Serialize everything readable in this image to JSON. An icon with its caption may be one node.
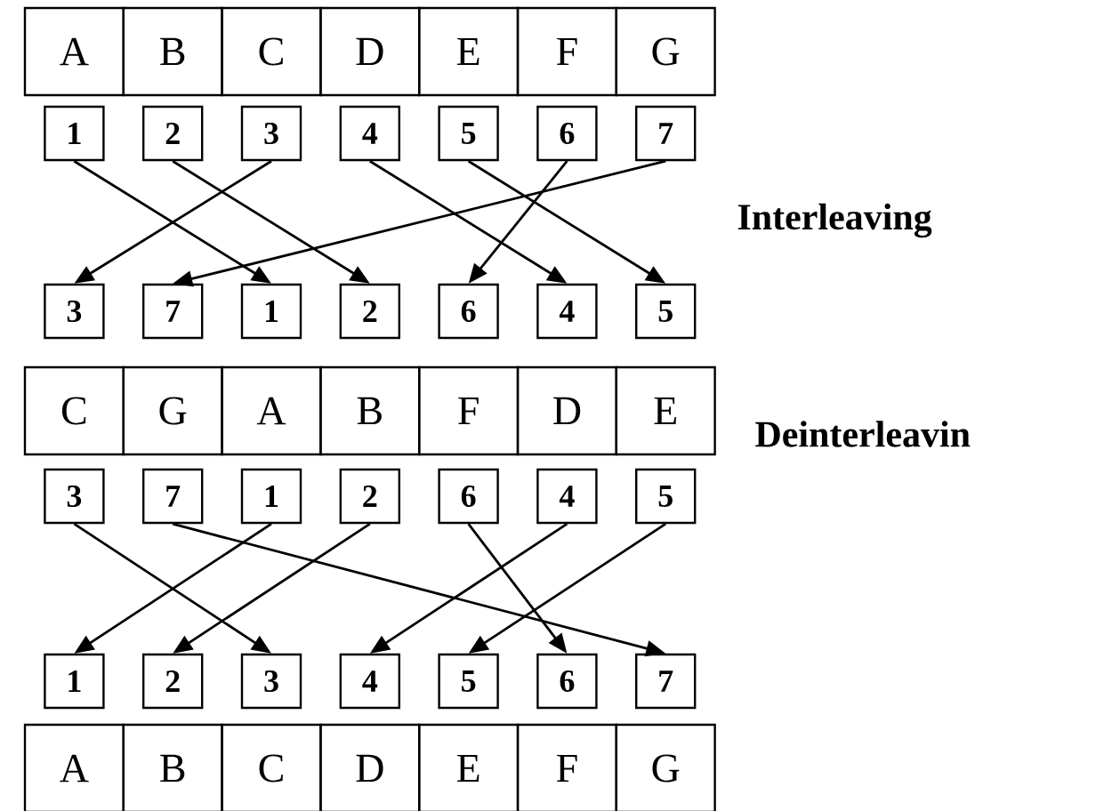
{
  "diagram": {
    "nodes": [
      {
        "text": [
          "A"
        ]
      },
      {
        "text": [
          "B"
        ]
      },
      {
        "text": [
          "C"
        ]
      },
      {
        "text": [
          "D"
        ]
      },
      {
        "text": [
          "E"
        ]
      },
      {
        "text": [
          "F"
        ]
      },
      {
        "text": [
          "G"
        ]
      },
      {
        "text": [
          "1"
        ]
      },
      {
        "text": [
          "2"
        ]
      },
      {
        "text": [
          "3"
        ]
      },
      {
        "text": [
          "4"
        ]
      },
      {
        "text": [
          "5"
        ]
      },
      {
        "text": [
          "6"
        ]
      },
      {
        "text": [
          "7"
        ]
      },
      {
        "text": [
          "3"
        ]
      },
      {
        "text": [
          "7"
        ]
      },
      {
        "text": [
          "1"
        ]
      },
      {
        "text": [
          "2"
        ]
      },
      {
        "text": [
          "6"
        ]
      },
      {
        "text": [
          "4"
        ]
      },
      {
        "text": [
          "5"
        ]
      },
      {
        "text": [
          "C"
        ]
      },
      {
        "text": [
          "G"
        ]
      },
      {
        "text": [
          "A"
        ]
      },
      {
        "text": [
          "B"
        ]
      },
      {
        "text": [
          "F"
        ]
      },
      {
        "text": [
          "D"
        ]
      },
      {
        "text": [
          "E"
        ]
      },
      {
        "text": [
          "3"
        ]
      },
      {
        "text": [
          "7"
        ]
      },
      {
        "text": [
          "1"
        ]
      },
      {
        "text": [
          "2"
        ]
      },
      {
        "text": [
          "6"
        ]
      },
      {
        "text": [
          "4"
        ]
      },
      {
        "text": [
          "5"
        ]
      },
      {
        "text": [
          "1"
        ]
      },
      {
        "text": [
          "2"
        ]
      },
      {
        "text": [
          "3"
        ]
      },
      {
        "text": [
          "4"
        ]
      },
      {
        "text": [
          "5"
        ]
      },
      {
        "text": [
          "6"
        ]
      },
      {
        "text": [
          "7"
        ]
      },
      {
        "text": [
          "A"
        ]
      },
      {
        "text": [
          "B"
        ]
      },
      {
        "text": [
          "C"
        ]
      },
      {
        "text": [
          "D"
        ]
      },
      {
        "text": [
          "E"
        ]
      },
      {
        "text": [
          "F"
        ]
      },
      {
        "text": [
          "G"
        ]
      }
    ],
    "edges": [
      {
        "from": 7,
        "to": 16,
        "arrow": "to"
      },
      {
        "from": 8,
        "to": 17,
        "arrow": "to"
      },
      {
        "from": 9,
        "to": 14,
        "arrow": "to"
      },
      {
        "from": 10,
        "to": 19,
        "arrow": "to"
      },
      {
        "from": 11,
        "to": 20,
        "arrow": "to"
      },
      {
        "from": 12,
        "to": 18,
        "arrow": "to"
      },
      {
        "from": 13,
        "to": 15,
        "arrow": "to"
      },
      {
        "from": 28,
        "to": 37,
        "arrow": "to"
      },
      {
        "from": 29,
        "to": 41,
        "arrow": "to"
      },
      {
        "from": 30,
        "to": 35,
        "arrow": "to"
      },
      {
        "from": 31,
        "to": 36,
        "arrow": "to"
      },
      {
        "from": 32,
        "to": 40,
        "arrow": "to"
      },
      {
        "from": 33,
        "to": 38,
        "arrow": "to"
      },
      {
        "from": 34,
        "to": 39,
        "arrow": "to"
      }
    ],
    "labels": [
      "Interleaving",
      "Deinterleavin"
    ]
  }
}
